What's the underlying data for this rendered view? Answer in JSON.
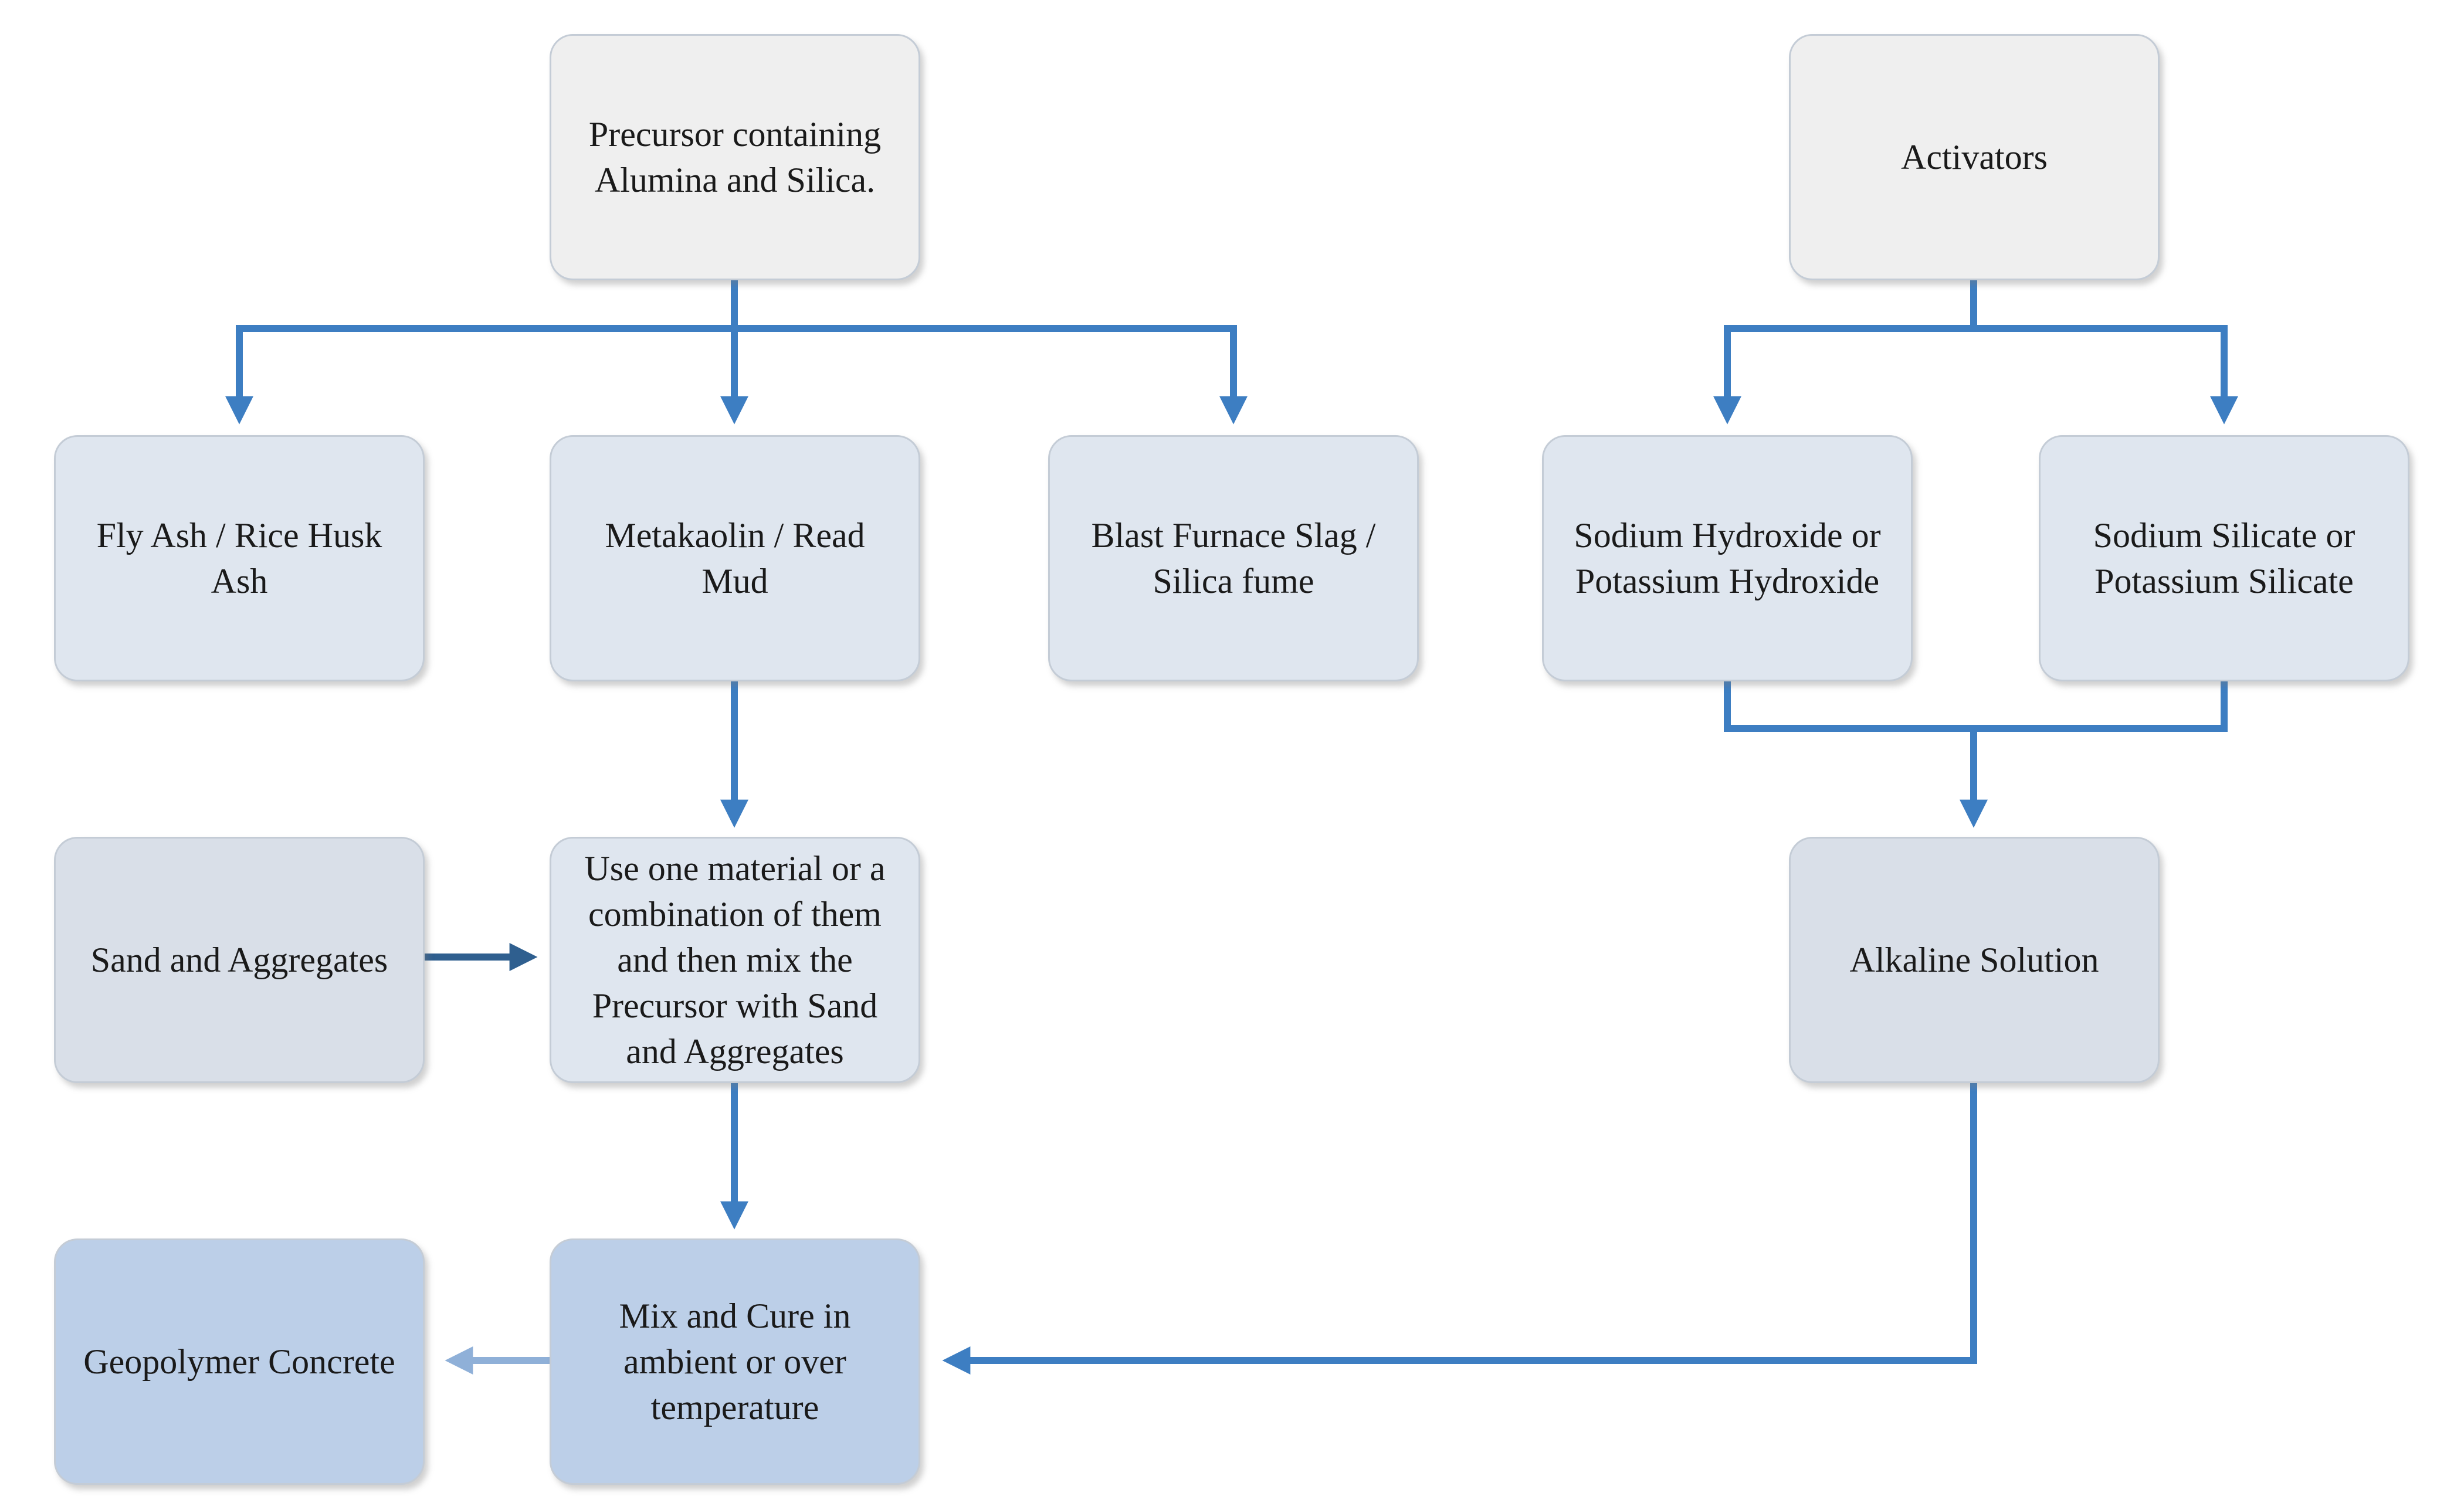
{
  "nodes": {
    "precursor": "Precursor containing\nAlumina and Silica.",
    "activators": "Activators",
    "fly_ash": "Fly Ash / Rice Husk\nAsh",
    "metakaolin": "Metakaolin / Read\nMud",
    "blast_furnace": "Blast Furnace Slag /\nSilica fume",
    "sodium_hydroxide": "Sodium Hydroxide or\nPotassium Hydroxide",
    "sodium_silicate": "Sodium Silicate or\nPotassium Silicate",
    "sand": "Sand and Aggregates",
    "use_material": "Use one material or a\ncombination of them\nand then mix the\nPrecursor with Sand\nand Aggregates",
    "alkaline": "Alkaline Solution",
    "geopolymer": "Geopolymer Concrete",
    "mix_cure": "Mix and Cure in\nambient or over\ntemperature"
  },
  "colors": {
    "arrow": "#3d7ec2",
    "arrow_dark": "#2f5f8f",
    "arrow_light": "#8fb0d8"
  }
}
